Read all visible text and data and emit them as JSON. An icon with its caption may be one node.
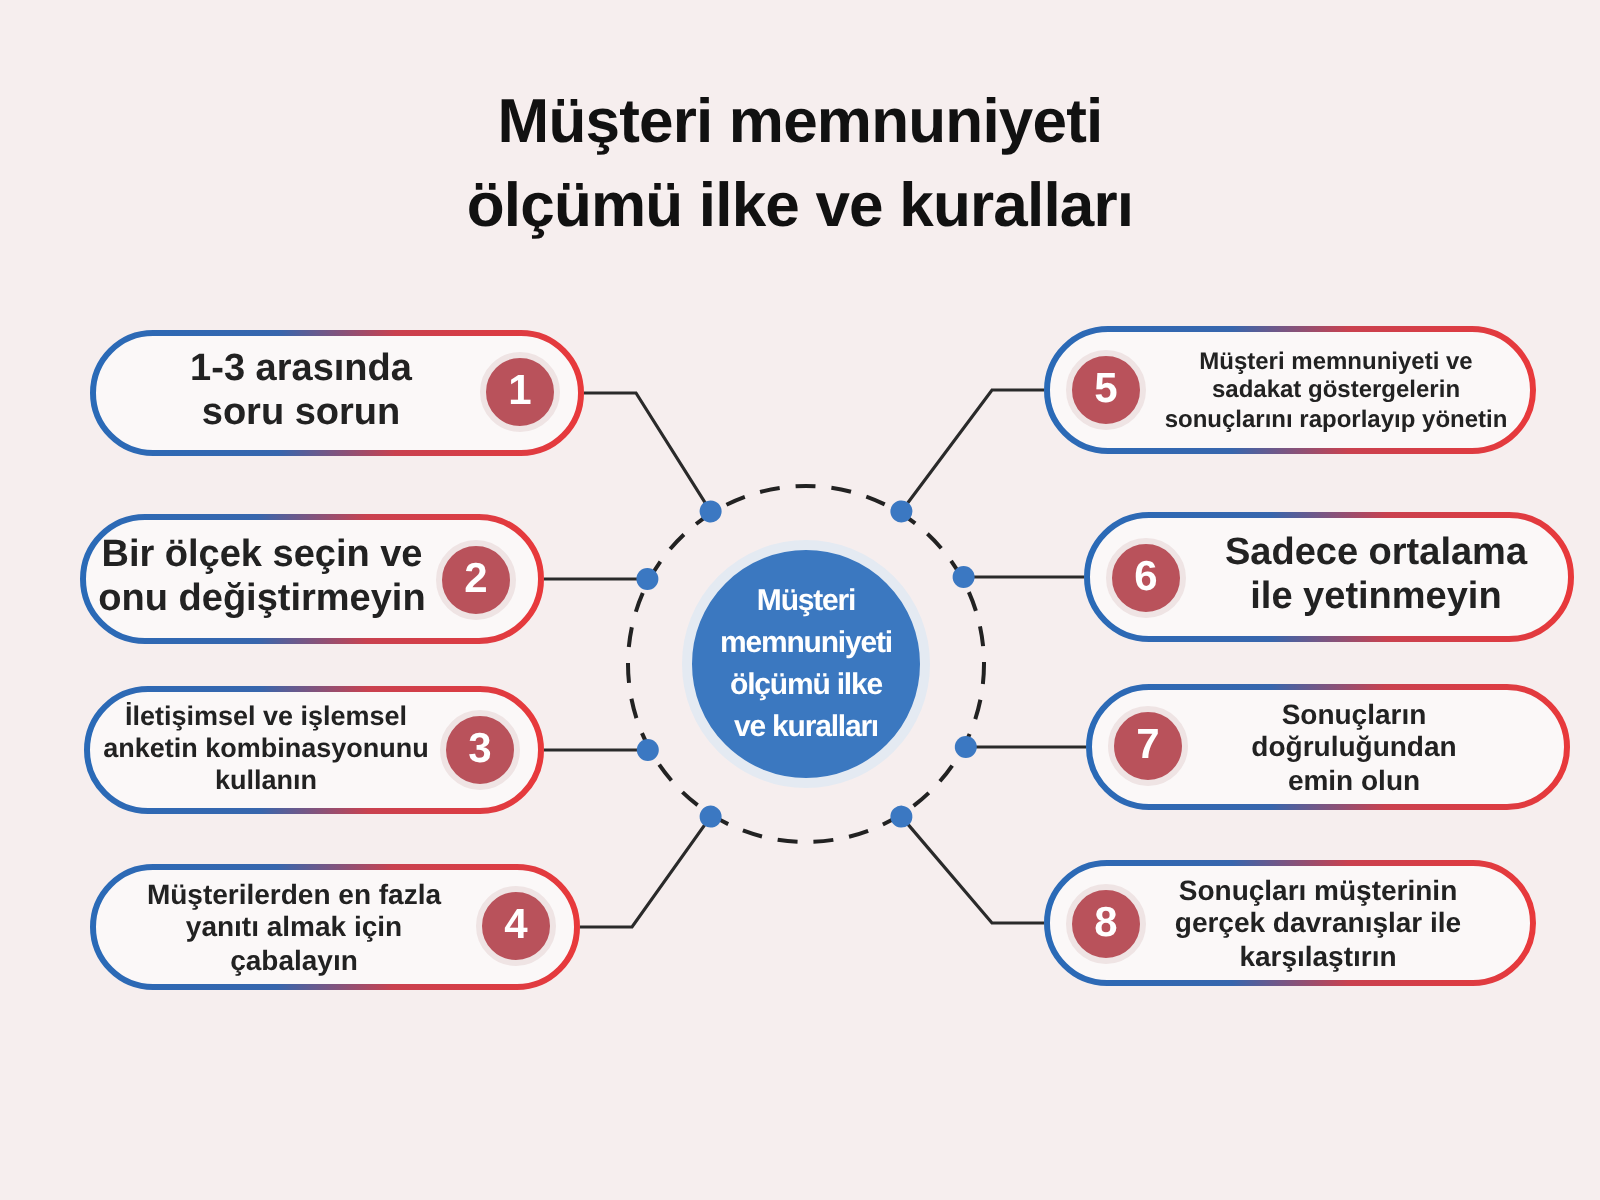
{
  "diagram": {
    "title": "Müşteri memnuniyeti ölçümü ilke ve kuralları",
    "nodes": [
      {
        "text": [],
        "shape": "circle"
      },
      {
        "text": [
          "Müşteri memnuniyeti ölçümü ilke ve kuralları"
        ],
        "in": 0
      },
      {
        "text": [
          "1-3 arasında soru sorun"
        ]
      },
      {
        "text": [
          "1"
        ],
        "in": 2
      },
      {
        "text": [
          "Bir ölçek seçin ve onu değiştirmeyin"
        ]
      },
      {
        "text": [
          "2"
        ],
        "in": 4
      },
      {
        "text": [
          "İletişimsel ve işlemsel anketin kombinasyonunu kullanın"
        ]
      },
      {
        "text": [
          "3"
        ],
        "in": 6
      },
      {
        "text": [
          "Müşterilerden en fazla yanıtı almak için çabalayın"
        ]
      },
      {
        "text": [
          "4"
        ],
        "in": 8
      },
      {
        "text": [
          "Müşteri memnuniyeti ve sadakat göstergelerin sonuçlarını raporlayıp yönetin"
        ]
      },
      {
        "text": [
          "5"
        ],
        "in": 10
      },
      {
        "text": [
          "Sadece ortalama ile yetinmeyin"
        ]
      },
      {
        "text": [
          "6"
        ],
        "in": 12
      },
      {
        "text": [
          "Sonuçların doğruluğundan emin olun"
        ]
      },
      {
        "text": [
          "7"
        ],
        "in": 14
      },
      {
        "text": [
          "Sonuçları müşterinin gerçek davranışlar ile karşılaştırın"
        ]
      },
      {
        "text": [
          "8"
        ],
        "in": 16
      }
    ],
    "edges": [
      {
        "from": 2,
        "to": 0,
        "arrow": "other"
      },
      {
        "from": 4,
        "to": 0,
        "arrow": "other"
      },
      {
        "from": 6,
        "to": 0,
        "arrow": "other"
      },
      {
        "from": 8,
        "to": 0,
        "arrow": "other"
      },
      {
        "from": 10,
        "to": 0,
        "arrow": "other"
      },
      {
        "from": 12,
        "to": 0,
        "arrow": "other"
      },
      {
        "from": 14,
        "to": 0,
        "arrow": "other"
      },
      {
        "from": 16,
        "to": 0,
        "arrow": "other"
      }
    ]
  }
}
